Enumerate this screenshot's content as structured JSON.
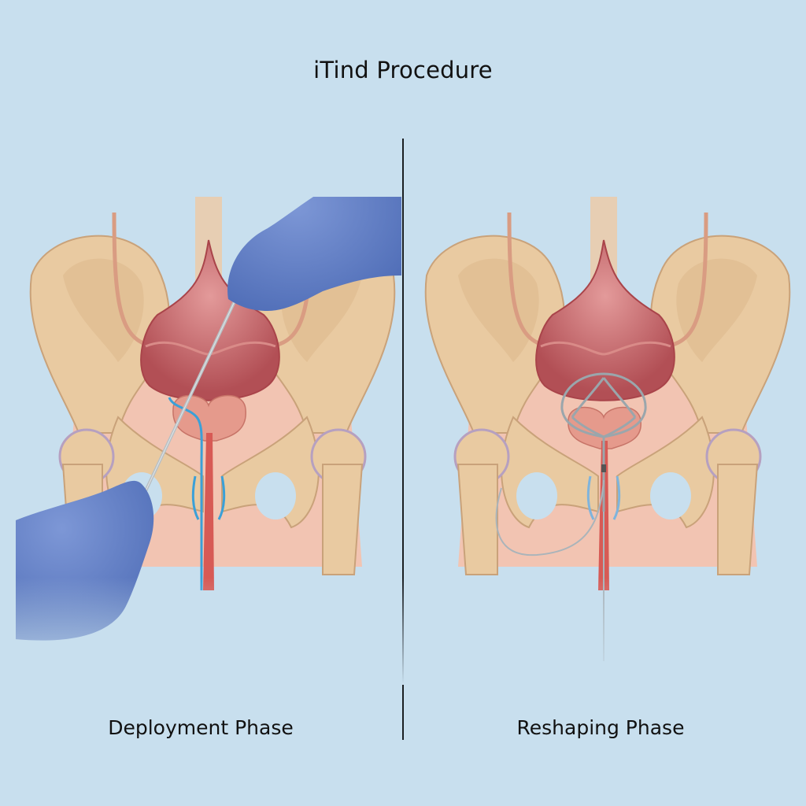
{
  "title": "iTind Procedure",
  "panels": [
    {
      "id": "deployment",
      "caption": "Deployment Phase",
      "tools": [
        "gloved-hand-top",
        "gloved-hand-bottom",
        "insertion-rod",
        "blue-guidewire"
      ]
    },
    {
      "id": "reshaping",
      "caption": "Reshaping Phase",
      "tools": [
        "nitinol-device",
        "retrieval-thread"
      ]
    }
  ],
  "colors": {
    "background": "#c8dfee",
    "bone": "#e8c9a0",
    "bone_shadow": "#c9a27a",
    "bladder": "#b8565a",
    "bladder_light": "#d9868a",
    "prostate": "#e39a8c",
    "tissue": "#f0bfae",
    "glove": "#5f7fc8",
    "guidewire": "#3aa0d8",
    "device": "#9aa6ac",
    "divider": "#1b1f23",
    "text": "#111111"
  }
}
